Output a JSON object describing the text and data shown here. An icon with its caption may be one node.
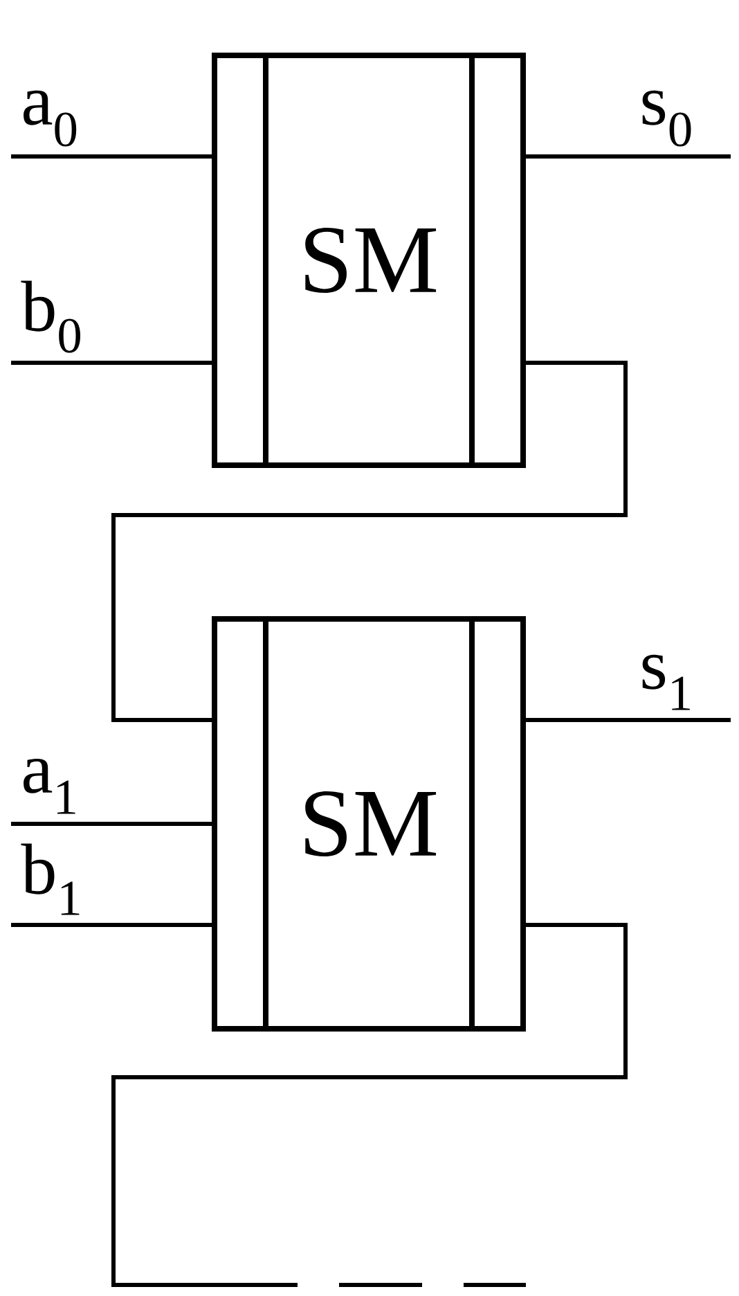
{
  "diagram": {
    "nodes": [
      {
        "text": [
          "SM"
        ]
      },
      {
        "text": [
          "SM"
        ]
      }
    ],
    "edges": [
      {
        "from": null,
        "to": 0,
        "arrow": "none",
        "label": "a$_{0}$"
      },
      {
        "from": null,
        "to": 0,
        "arrow": "none",
        "label": "b$_{0}$"
      },
      {
        "from": 0,
        "to": null,
        "arrow": "none",
        "label": "s$_{0}$"
      },
      {
        "from": 0,
        "to": 1,
        "arrow": "none"
      },
      {
        "from": null,
        "to": 1,
        "arrow": "none",
        "label": "a$_{1}$"
      },
      {
        "from": null,
        "to": 1,
        "arrow": "none",
        "label": "b$_{1}$"
      },
      {
        "from": 1,
        "to": null,
        "arrow": "none",
        "label": "s$_{1}$"
      },
      {
        "from": 1,
        "to": null,
        "arrow": "none"
      }
    ]
  }
}
